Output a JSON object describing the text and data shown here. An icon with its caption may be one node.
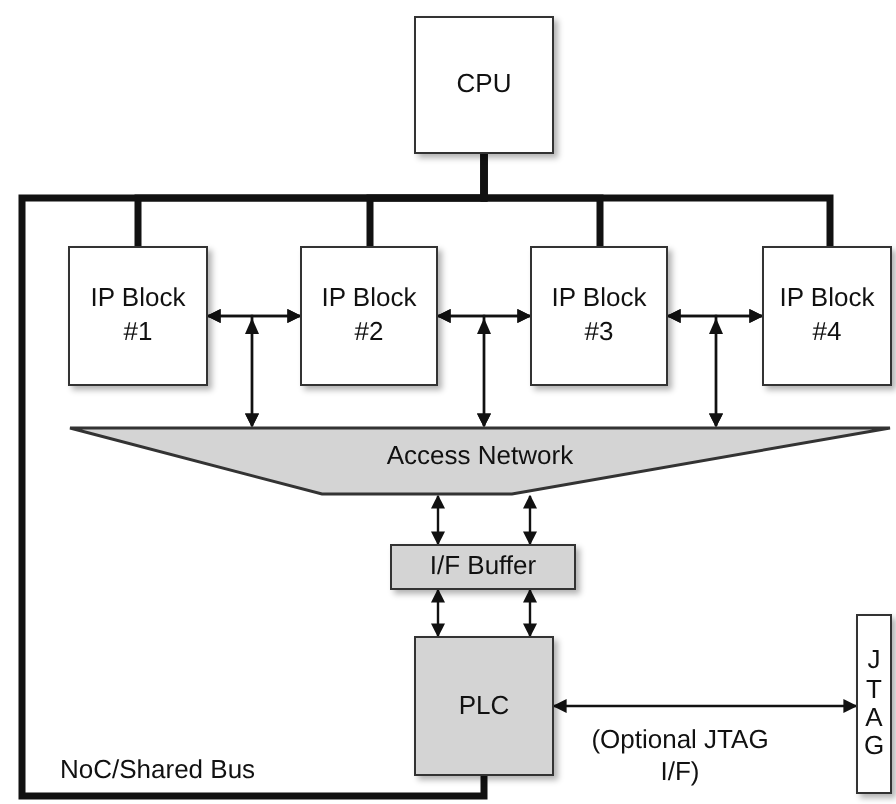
{
  "diagram": {
    "nodes": [
      {
        "text": [
          "CPU"
        ]
      },
      {
        "text": [
          "IP Block #1"
        ]
      },
      {
        "text": [
          "IP Block #2"
        ]
      },
      {
        "text": [
          "IP Block #3"
        ]
      },
      {
        "text": [
          "IP Block #4"
        ]
      },
      {
        "text": [
          "Access Network"
        ]
      },
      {
        "text": [
          "I/F Buffer"
        ]
      },
      {
        "text": [
          "PLC"
        ]
      },
      {
        "text": [
          "JTAG"
        ]
      }
    ],
    "edges": [
      {
        "from": 0,
        "to": 1,
        "arrow": "none",
        "style": "thick"
      },
      {
        "from": 0,
        "to": 2,
        "arrow": "none",
        "style": "thick"
      },
      {
        "from": 0,
        "to": 3,
        "arrow": "none",
        "style": "thick"
      },
      {
        "from": 0,
        "to": 4,
        "arrow": "none",
        "style": "thick"
      },
      {
        "from": 0,
        "to": 7,
        "arrow": "none",
        "style": "thick"
      },
      {
        "from": 1,
        "to": 2,
        "arrow": "both"
      },
      {
        "from": 5,
        "to": 1,
        "arrow": "both"
      },
      {
        "from": 5,
        "to": 2,
        "arrow": "both"
      },
      {
        "from": 2,
        "to": 3,
        "arrow": "both"
      },
      {
        "from": 5,
        "to": 2,
        "arrow": "both"
      },
      {
        "from": 5,
        "to": 3,
        "arrow": "both"
      },
      {
        "from": 3,
        "to": 4,
        "arrow": "both"
      },
      {
        "from": 5,
        "to": 3,
        "arrow": "both"
      },
      {
        "from": 5,
        "to": 4,
        "arrow": "both"
      },
      {
        "from": 5,
        "to": 6,
        "arrow": "both"
      },
      {
        "from": 5,
        "to": 6,
        "arrow": "both"
      },
      {
        "from": 6,
        "to": 7,
        "arrow": "both"
      },
      {
        "from": 6,
        "to": 7,
        "arrow": "both"
      },
      {
        "from": 7,
        "to": 8,
        "arrow": "both",
        "label": "(Optional JTAG I/F)"
      }
    ],
    "labels": [
      "NoC/Shared Bus"
    ]
  }
}
